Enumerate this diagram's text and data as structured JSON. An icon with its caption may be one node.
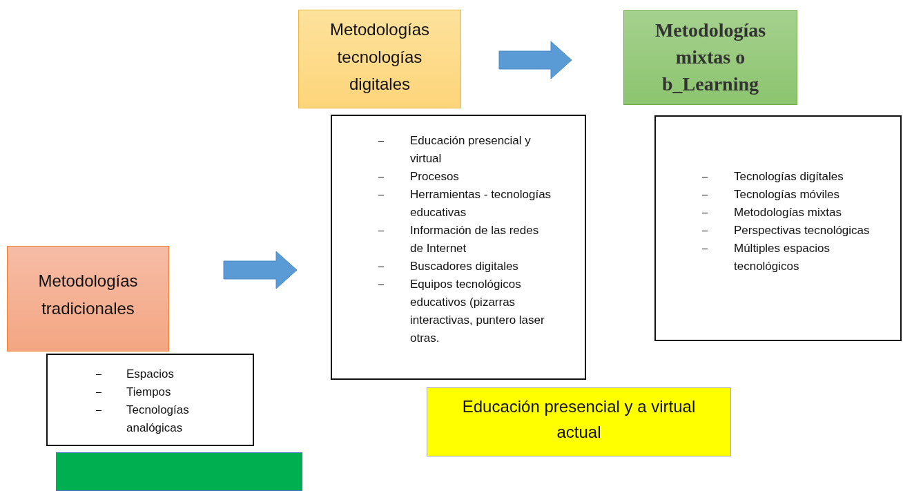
{
  "diagram": {
    "nodes": [
      {
        "text": [
          "Metodologías tradicionales"
        ]
      },
      {
        "text": [
          "Espacios",
          "Tiempos",
          "Tecnologías analógicas"
        ]
      },
      {
        "text": [],
        "shape": "bar"
      },
      {
        "text": [
          "Metodologías tecnologías digitales"
        ]
      },
      {
        "text": [
          "Educación presencial y virtual",
          "Procesos",
          "Herramientas - tecnologías educativas",
          "Información de las redes de Internet",
          "Buscadores digitales",
          "Equipos tecnológicos educativos (pizarras interactivas, puntero laser otras."
        ]
      },
      {
        "text": [
          "Metodologías mixtas o b_Learning"
        ]
      },
      {
        "text": [
          "Tecnologías digítales",
          "Tecnologías móviles",
          "Metodologías mixtas",
          "Perspectivas tecnológicas",
          "Múltiples espacios tecnológicos"
        ]
      },
      {
        "text": [
          "Educación presencial y a virtual actual"
        ]
      }
    ],
    "edges": [
      {
        "from": 0,
        "to": 4,
        "arrow": "to"
      },
      {
        "from": 3,
        "to": 5,
        "arrow": "to"
      }
    ]
  }
}
